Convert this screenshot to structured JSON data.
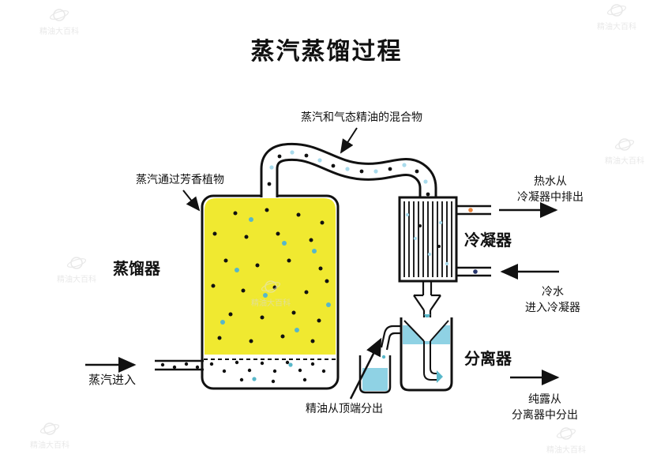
{
  "title": "蒸汽蒸馏过程",
  "watermark": {
    "text": "精油大百科"
  },
  "colors": {
    "yellow": "#f0e930",
    "teal": "#58b7c9",
    "lightblue": "#a9dbec",
    "liquid": "#8fd2e4",
    "orange": "#e8833a",
    "navy": "#27356b",
    "ink": "#111111"
  },
  "labels": {
    "mixture": "蒸汽和气态精油的混合物",
    "steam_through_plants": "蒸汽通过芳香植物",
    "still": "蒸馏器",
    "condenser": "冷凝器",
    "hot_water_line1": "热水从",
    "hot_water_line2": "冷凝器中排出",
    "cold_water_line1": "冷水",
    "cold_water_line2": "进入冷凝器",
    "separator": "分离器",
    "hydrosol_line1": "纯露从",
    "hydrosol_line2": "分离器中分出",
    "oil_out": "精油从顶端分出",
    "steam_in": "蒸汽进入"
  }
}
